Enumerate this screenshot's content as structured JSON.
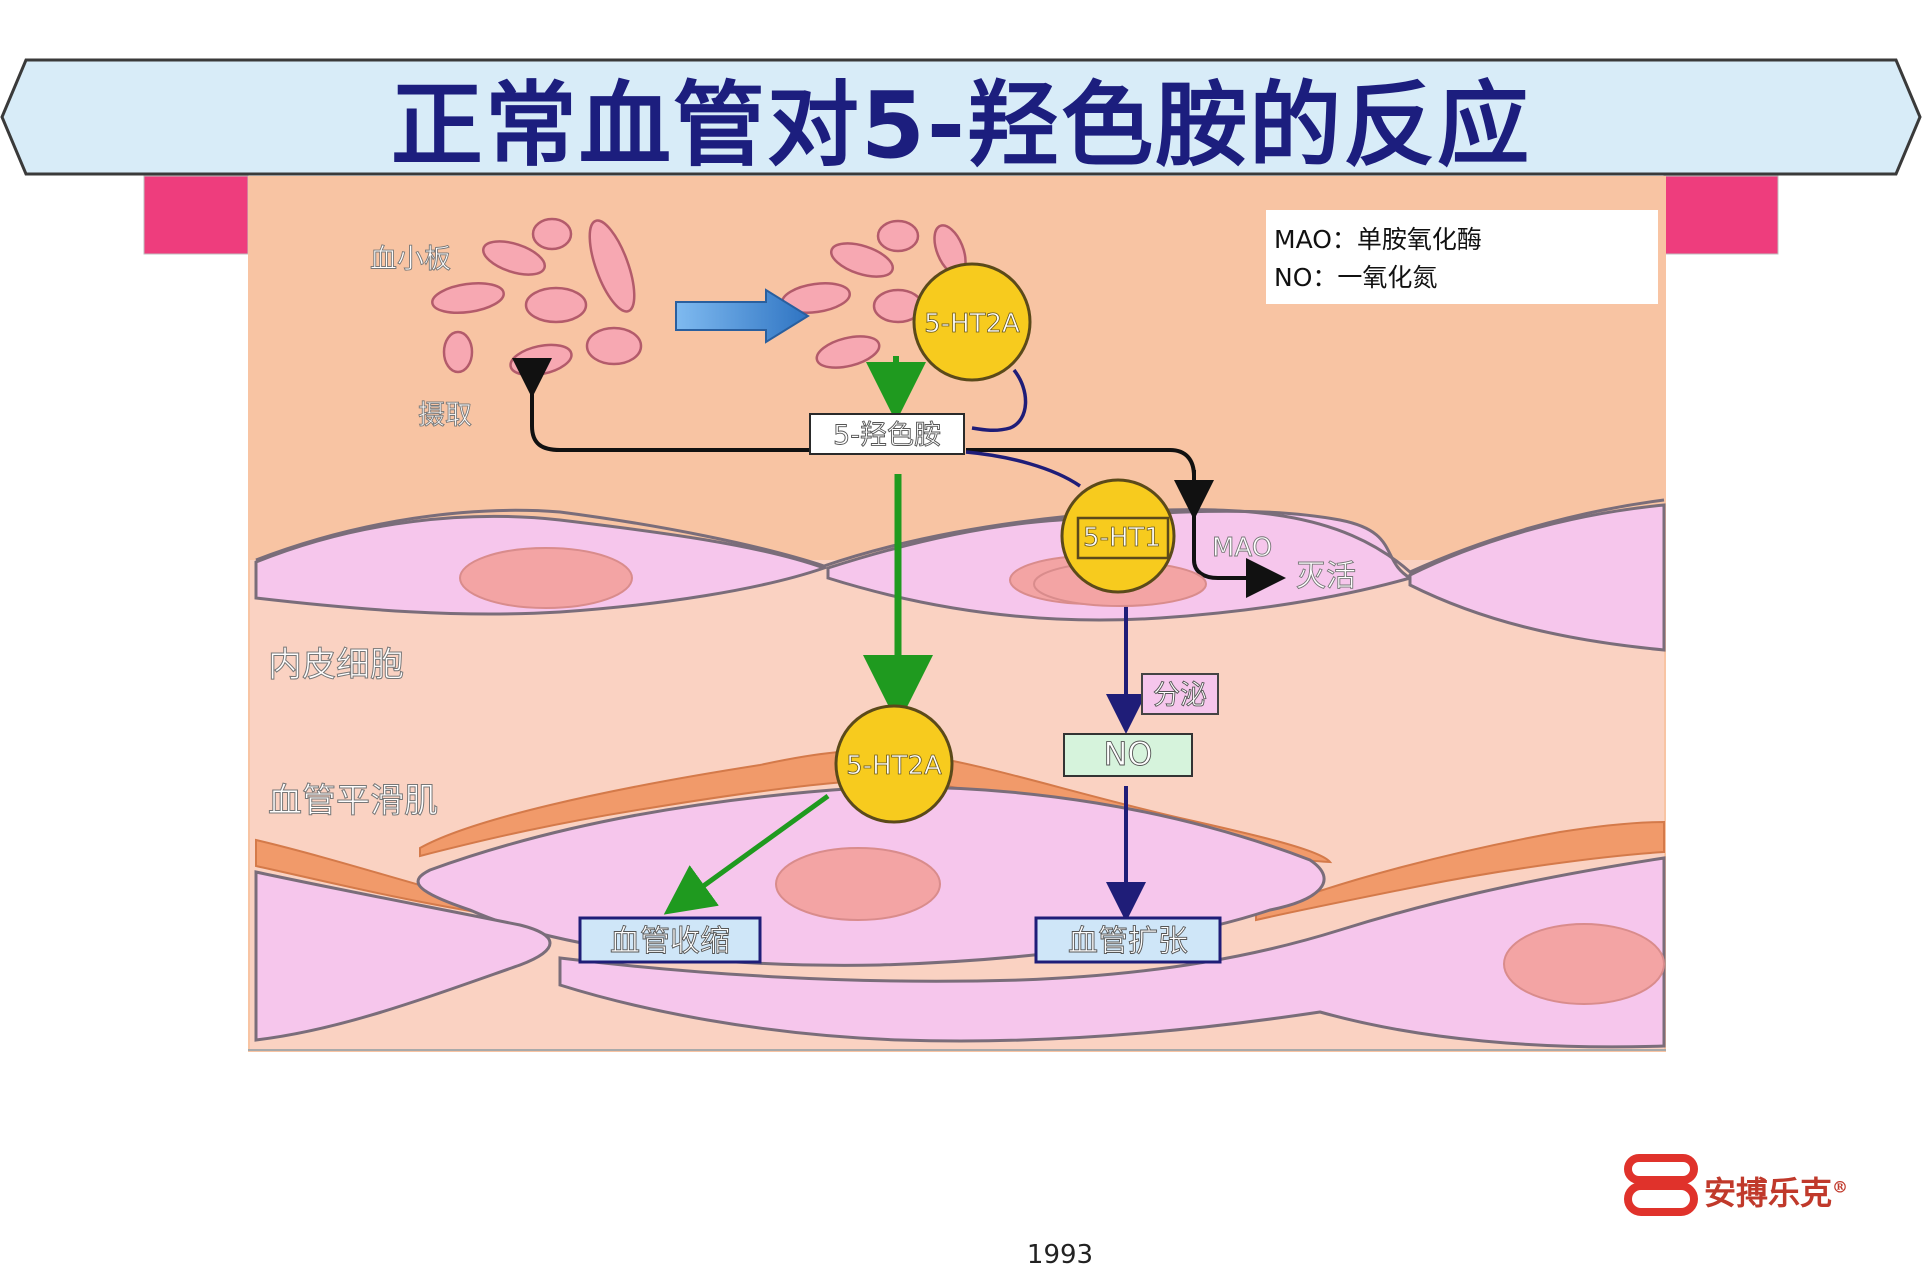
{
  "title": "正常血管对5-羟色胺的反应",
  "legend": {
    "line1": "MAO：单胺氧化酶",
    "line2": "NO：一氧化氮"
  },
  "labels": {
    "platelet": "血小板",
    "uptake": "摄取",
    "serotonin": "5-羟色胺",
    "endothelial": "内皮细胞",
    "smooth_muscle": "血管平滑肌",
    "mao": "MAO",
    "inactivation": "灭活",
    "secretion": "分泌",
    "no": "NO",
    "vasoconstriction": "血管收缩",
    "vasodilation": "血管扩张"
  },
  "receptors": {
    "platelet_receptor": "5-HT2A",
    "endothelial_receptor": "5-HT1",
    "muscle_receptor": "5-HT2A"
  },
  "brand": {
    "name": "安搏乐克",
    "mark": "®"
  },
  "page_number": "1993",
  "colors": {
    "title_text": "#1c1e7e",
    "banner_fill": "#d8ecf8",
    "panel_bg": "#f8c4a3",
    "lumen_bg": "#fad2c2",
    "cell_fill": "#f6c6ec",
    "nucleus_fill": "#f3a4a4",
    "muscle_band": "#f19a6a",
    "platelet_fill": "#f7a8b2",
    "receptor_fill": "#f7cb1e",
    "green_arrow": "#1f9a1f",
    "navy_arrow": "#1f1d78",
    "blue_arrow": "#3d8fd4",
    "pink_tab": "#ee3d7d",
    "no_box": "#d6f3dc",
    "effect_box": "#cfe6f8"
  }
}
